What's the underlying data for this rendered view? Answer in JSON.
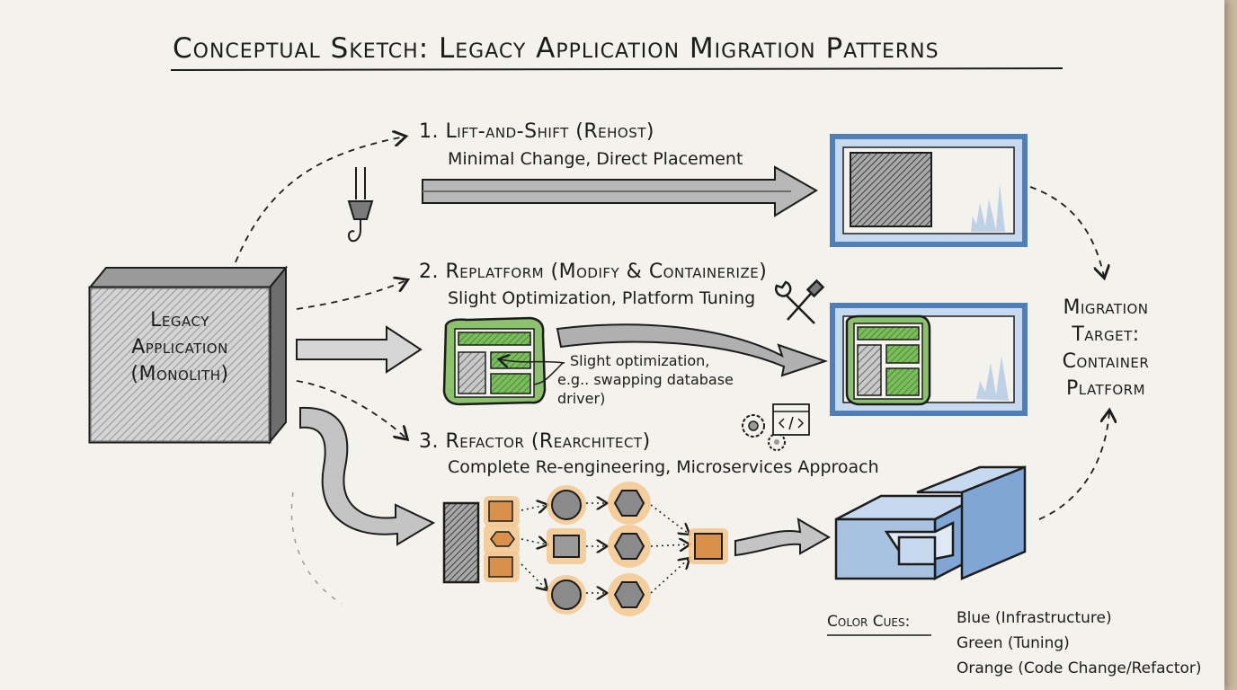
{
  "title": "Conceptual Sketch: Legacy Application Migration Patterns",
  "legacy": {
    "line1": "Legacy",
    "line2": "Application",
    "line3": "(Monolith)"
  },
  "patterns": [
    {
      "heading": "1. Lift-and-Shift (Rehost)",
      "subtitle": "Minimal Change, Direct Placement"
    },
    {
      "heading": "2. Replatform (Modify & Containerize)",
      "subtitle": "Slight Optimization, Platform Tuning"
    },
    {
      "heading": "3. Refactor (Rearchitect)",
      "subtitle": "Complete Re-engineering, Microservices Approach"
    }
  ],
  "annotation": {
    "line1": "Slight optimization,",
    "line2": "e.g.. swapping database",
    "line3": "driver)"
  },
  "target": {
    "line1": "Migration",
    "line2": "Target:",
    "line3": "Container",
    "line4": "Platform"
  },
  "legend": {
    "title": "Color Cues:",
    "items": [
      "Blue (Infrastructure)",
      "Green (Tuning)",
      "Orange (Code Change/Refactor)"
    ]
  },
  "colors": {
    "blue": "#7fa6d4",
    "green": "#6aa84f",
    "orange": "#f0a850",
    "ink": "#1c1c1c",
    "paper": "#f4f2ed"
  },
  "icons": [
    "crane-hook-icon",
    "wrench-screwdriver-icon",
    "gears-code-icon"
  ]
}
